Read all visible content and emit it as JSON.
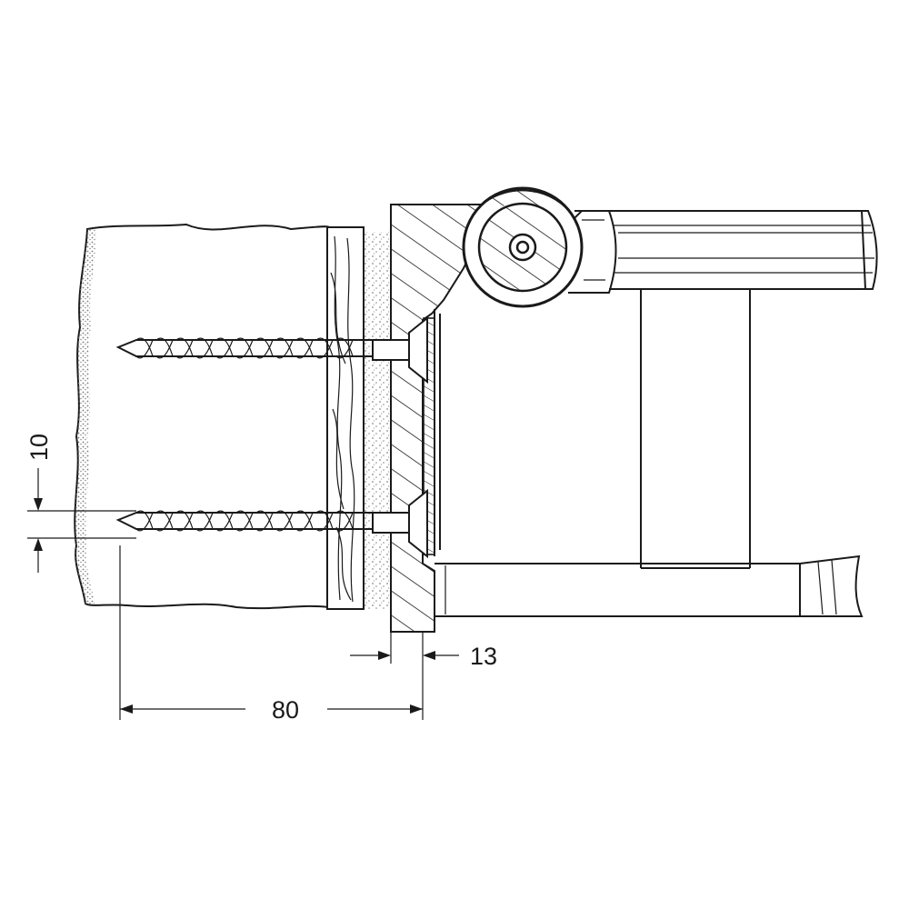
{
  "dimensions": {
    "screw_spacing": "10",
    "plate_thickness": "13",
    "screw_length": "80"
  },
  "colors": {
    "line": "#1a1a1a",
    "background": "#ffffff",
    "stipple": "#8a8a8a"
  }
}
